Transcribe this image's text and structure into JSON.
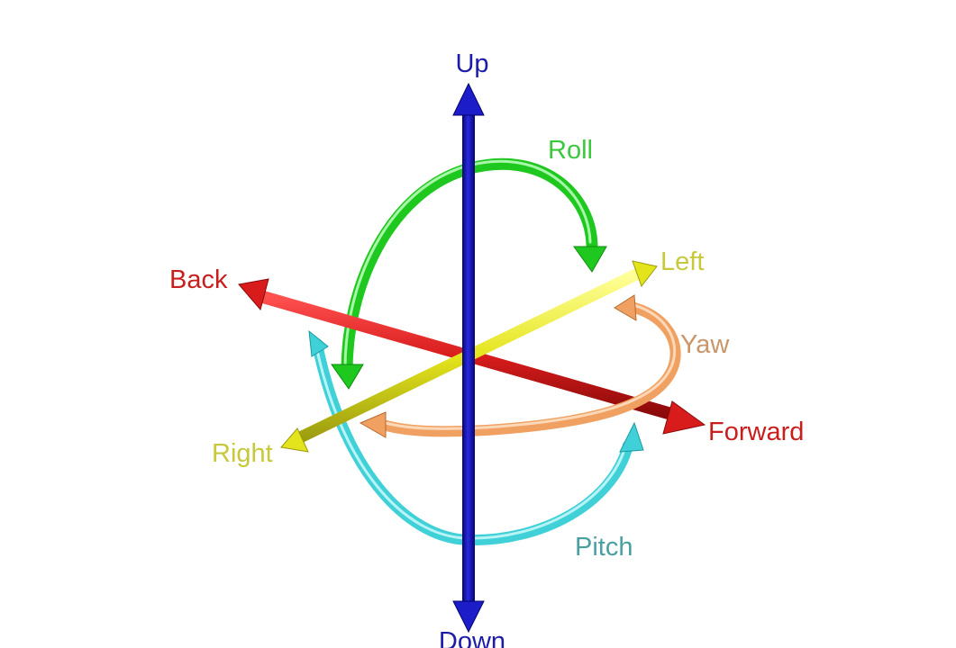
{
  "labels": {
    "up": "Up",
    "down": "Down",
    "back": "Back",
    "forward": "Forward",
    "left": "Left",
    "right": "Right",
    "roll": "Roll",
    "yaw": "Yaw",
    "pitch": "Pitch"
  },
  "colors": {
    "up_down_axis": "#0a0ab4",
    "back_forward_axis": "#d81c1c",
    "left_right_axis": "#e4e41c",
    "roll_arc": "#1ec81e",
    "yaw_arc": "#f0a060",
    "pitch_arc": "#40d0d8",
    "label_up_down": "#1c1ca8",
    "label_back_forward": "#c81e1e",
    "label_left_right": "#c8c83c",
    "label_roll": "#3cc83c",
    "label_yaw": "#c8966a",
    "label_pitch": "#4aa0a0"
  }
}
